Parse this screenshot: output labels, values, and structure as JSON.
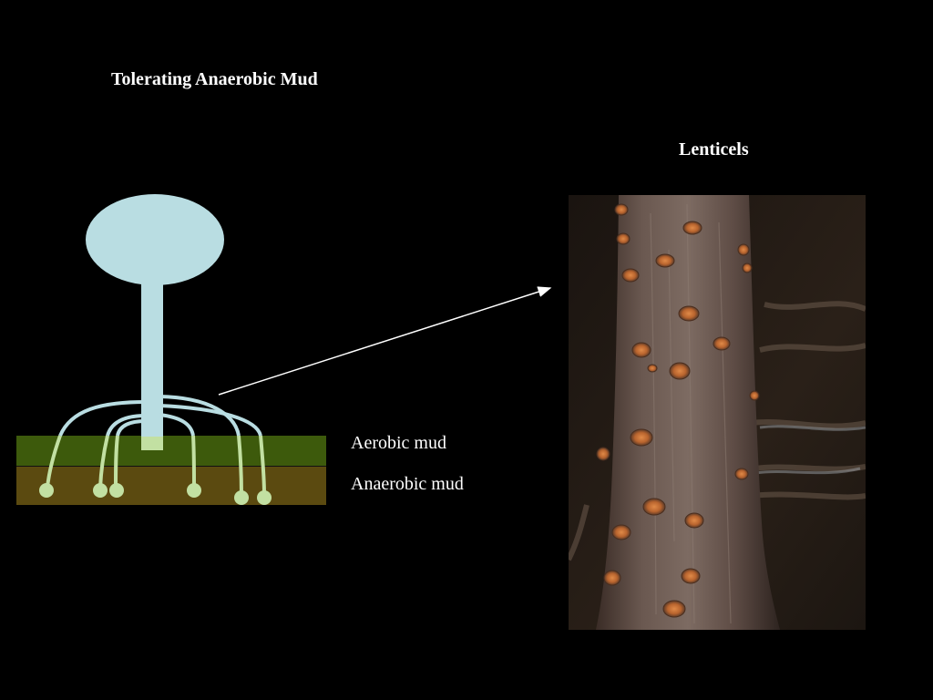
{
  "title": "Tolerating Anaerobic Mud",
  "photo_caption": "Lenticels",
  "layers": {
    "aerobic_label": "Aerobic mud",
    "anaerobic_label": "Anaerobic mud"
  },
  "colors": {
    "background": "#000000",
    "plant": "#b9dde2",
    "root_underground": "#c2e0a2",
    "aerobic_mud": "#3d5a0c",
    "anaerobic_mud": "#5b4a10",
    "bark": "#6e5a52",
    "lenticel": "#b8642e"
  },
  "icons": {
    "arrow": "arrow-icon"
  }
}
